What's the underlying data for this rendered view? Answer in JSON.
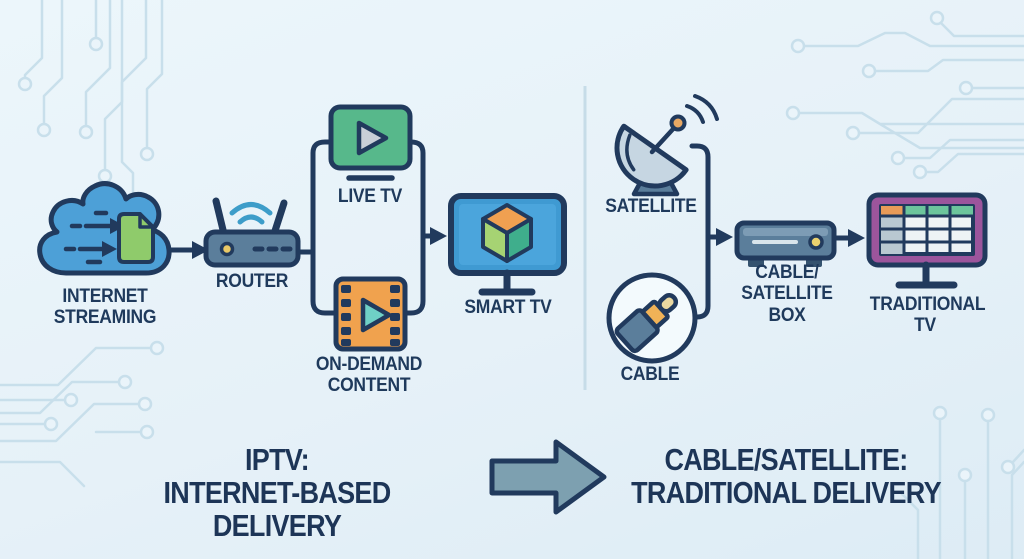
{
  "diagram_title": "IPTV vs Cable/Satellite delivery comparison",
  "labels": {
    "internet_streaming": "INTERNET\nSTREAMING",
    "router": "ROUTER",
    "live_tv": "LIVE TV",
    "on_demand": "ON-DEMAND\nCONTENT",
    "smart_tv": "SMART TV",
    "satellite": "SATELLITE",
    "cable": "CABLE",
    "cable_satellite_box": "CABLE/\nSATELLITE\nBOX",
    "traditional_tv": "TRADITIONAL\nTV"
  },
  "captions": {
    "left": "IPTV:\nINTERNET-BASED DELIVERY",
    "right": "CABLE/SATELLITE:\nTRADITIONAL DELIVERY"
  },
  "icons": [
    "cloud-icon",
    "router-icon",
    "live-tv-icon",
    "film-strip-icon",
    "smart-tv-icon",
    "satellite-dish-icon",
    "cable-connector-icon",
    "set-top-box-icon",
    "traditional-tv-icon",
    "big-arrow-icon"
  ],
  "colors": {
    "background": "#e8f3f9",
    "outline_navy": "#213a5d",
    "text_navy": "#1f3a5c",
    "circuit_trace": "#c8dfeb",
    "cloud_blue": "#4da0d7",
    "screen_blue": "#3f9ad2",
    "slate_gray": "#5b7e9b",
    "wifi_teal": "#3d9dc9",
    "live_tv_green": "#57b88b",
    "document_green": "#8fcb6b",
    "on_demand_orange": "#f0a24e",
    "play_teal": "#6fd0c6",
    "cube_orange": "#f0a051",
    "cube_green": "#a6d373",
    "cube_teal": "#3fae8c",
    "tv_purple": "#9c559c",
    "guide_orange": "#e89b58",
    "guide_green": "#6cc59c",
    "led_yellow": "#e9c867",
    "big_arrow_fill": "#7da0b0",
    "dish_gray": "#c6d6e2"
  }
}
